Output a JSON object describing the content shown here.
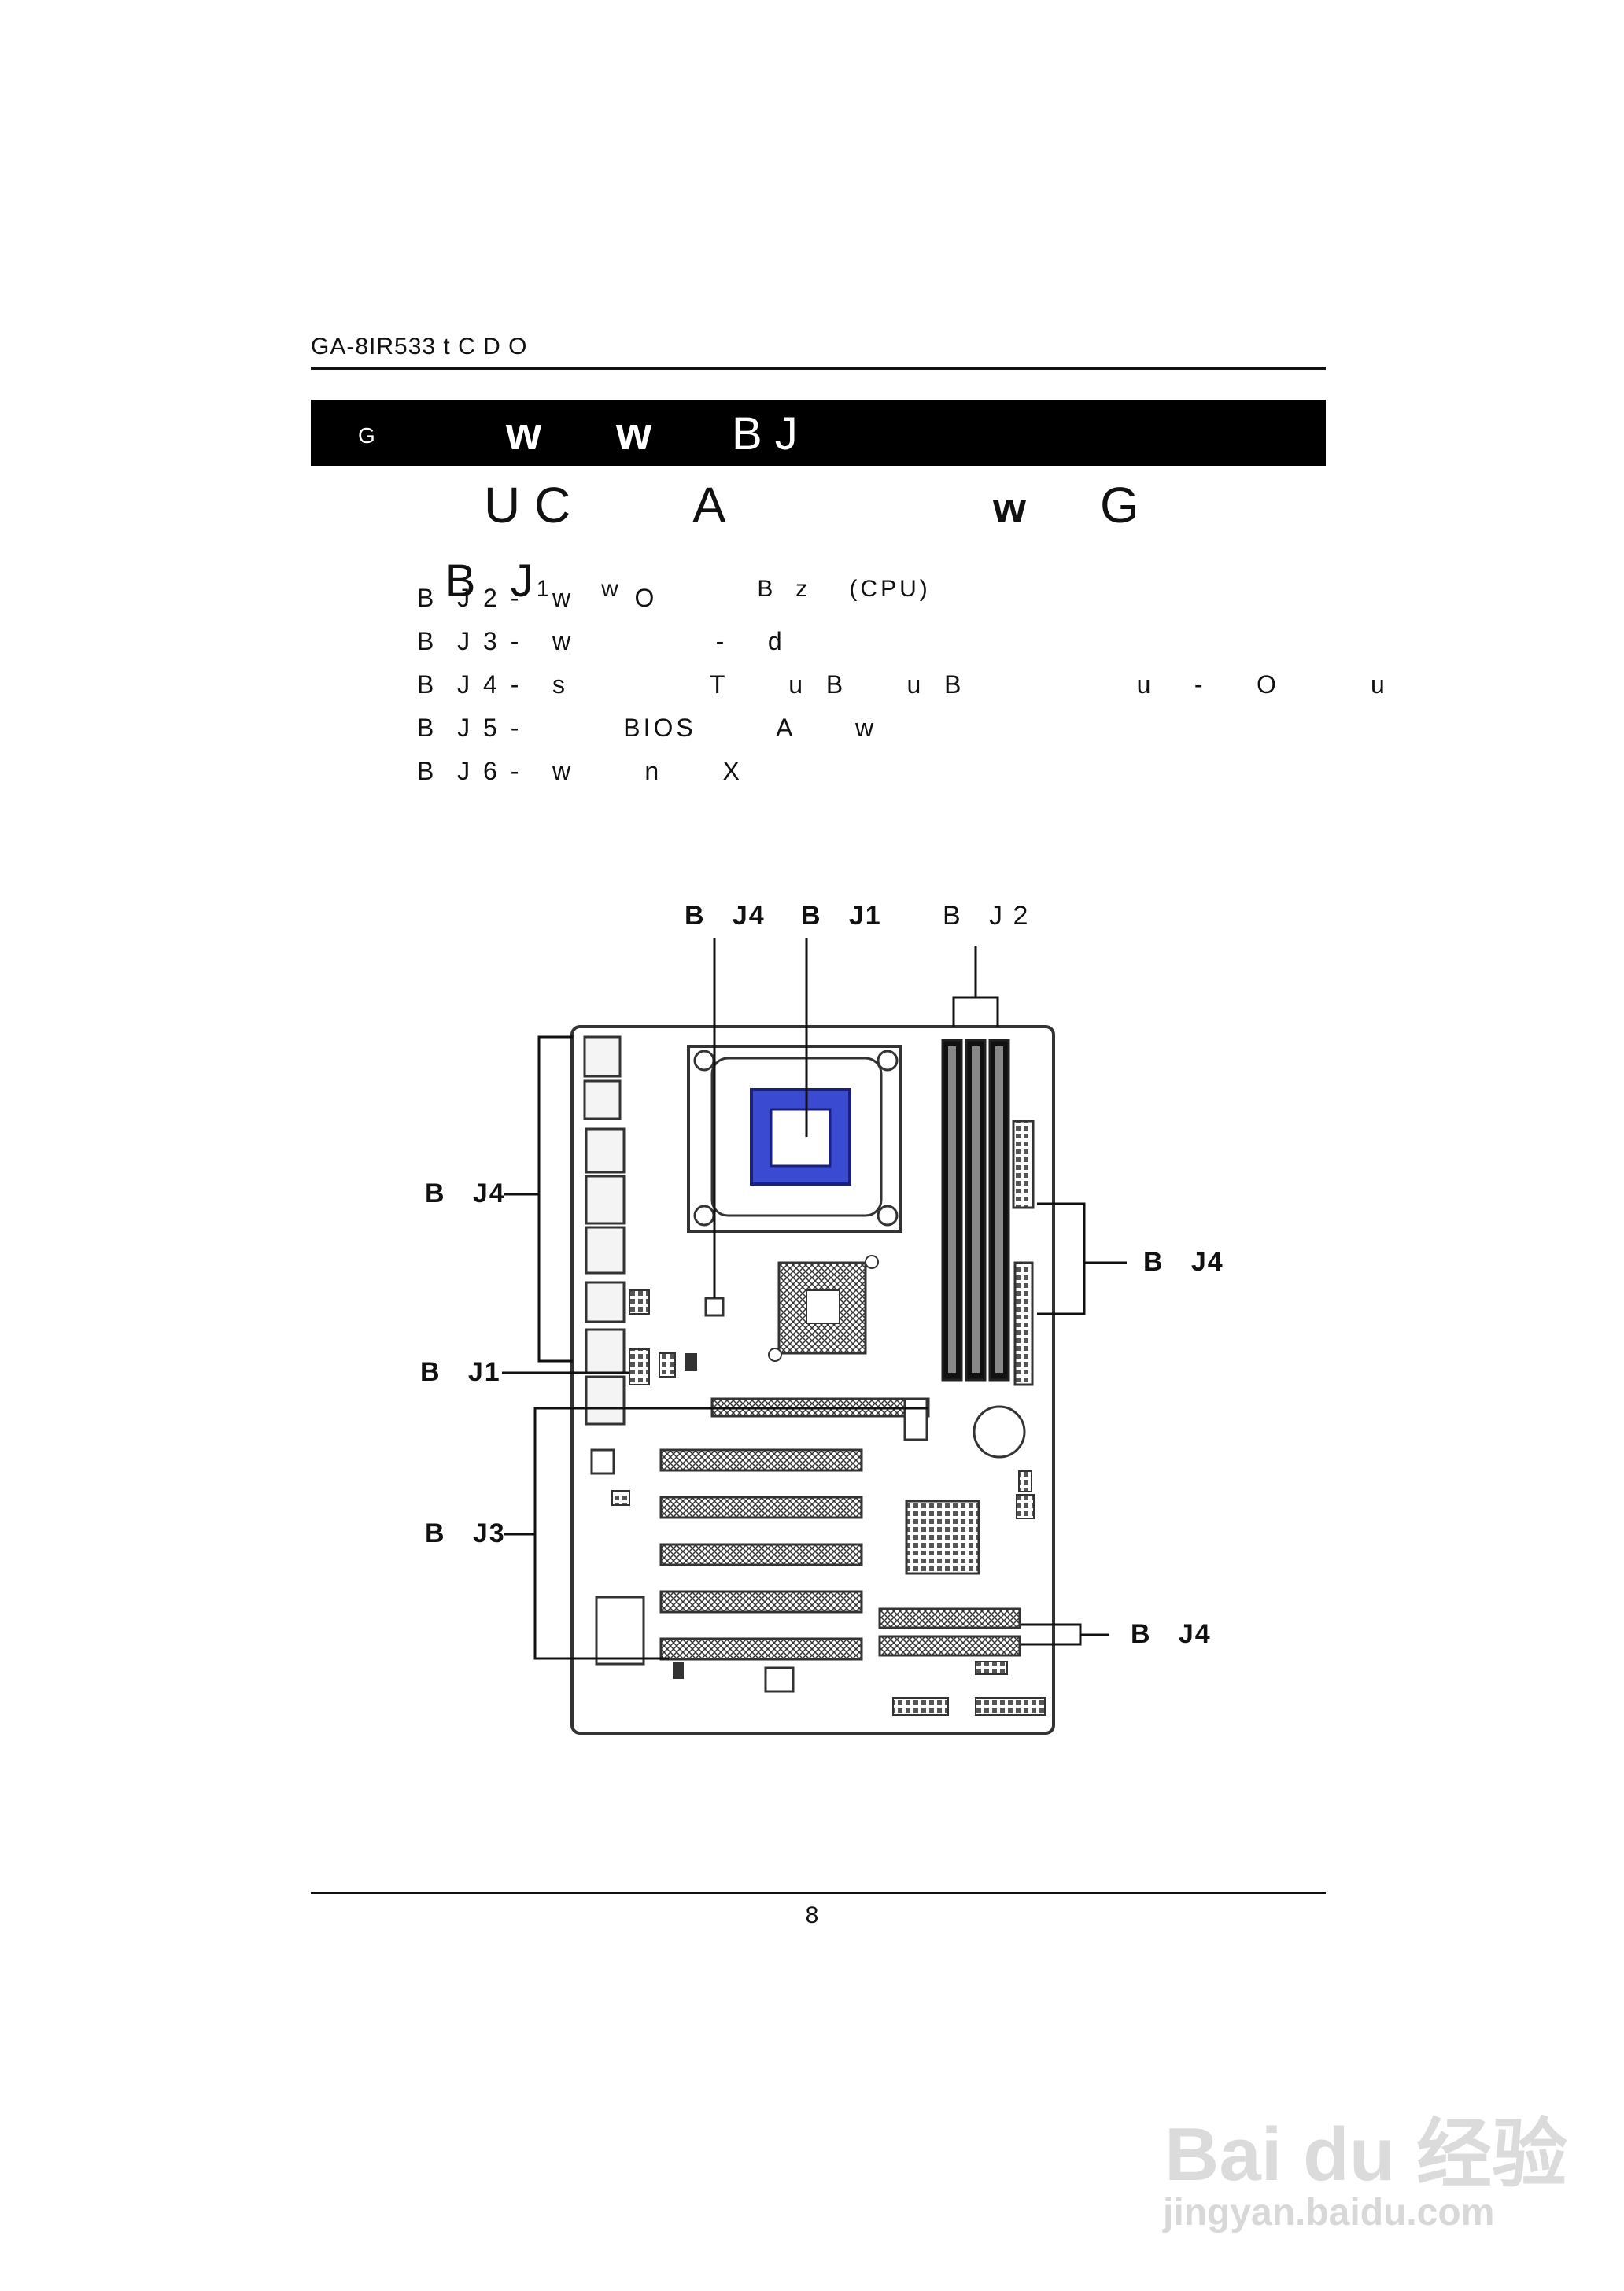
{
  "header": {
    "text": "GA-8IR533   t  C  D        O"
  },
  "section_bar": {
    "s1": "G",
    "s2": "w",
    "s3": "w",
    "s4": "B  J"
  },
  "subheading": {
    "s1": "U  C",
    "s2": "A",
    "s3": "w",
    "s4": "G"
  },
  "steps": [
    {
      "big": "B  J",
      "rest": "1     w              B  z    (CPU)"
    },
    {
      "text": "B  J 2 -   w      O"
    },
    {
      "text": "B  J 3 -   w              -    d"
    },
    {
      "text": "B  J 4 -   s              T      u  B      u  B                 u    -     O         u"
    },
    {
      "text": "B  J 5 -          BIOS        A      w"
    },
    {
      "text": "B  J 6 -   w       n      X"
    }
  ],
  "diagram_labels": {
    "top_j4": "B   J4",
    "top_j1": "B   J1",
    "top_j2": "B   J 2",
    "left_j4": "B   J4",
    "left_j1": "B   J1",
    "left_j3": "B   J3",
    "right_j4_upper": "B   J4",
    "right_j4_lower": "B   J4"
  },
  "page_number": "8",
  "watermark": {
    "logo": "Bai du 经验",
    "url": "jingyan.baidu.com"
  }
}
